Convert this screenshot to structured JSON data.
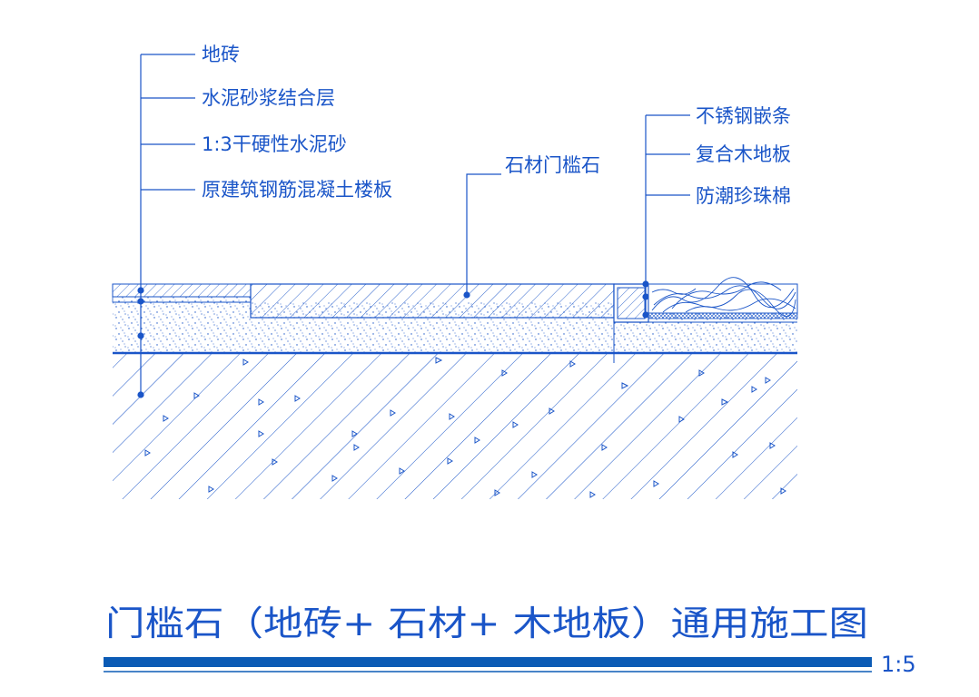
{
  "labels": {
    "floor_tile": "地砖",
    "cement_mortar_bond": "水泥砂浆结合层",
    "dry_hard_cement_sand": "1:3干硬性水泥砂",
    "concrete_slab": "原建筑钢筋混凝土楼板",
    "threshold_stone": "石材门槛石",
    "steel_strip": "不锈钢嵌条",
    "laminate_floor": "复合木地板",
    "pearl_cotton": "防潮珍珠棉"
  },
  "title": "门槛石（地砖+ 石材+ 木地板）通用施工图",
  "scale": "1:5",
  "colors": {
    "line": "#1a55c8",
    "title_bar": "#0b5bb5"
  }
}
